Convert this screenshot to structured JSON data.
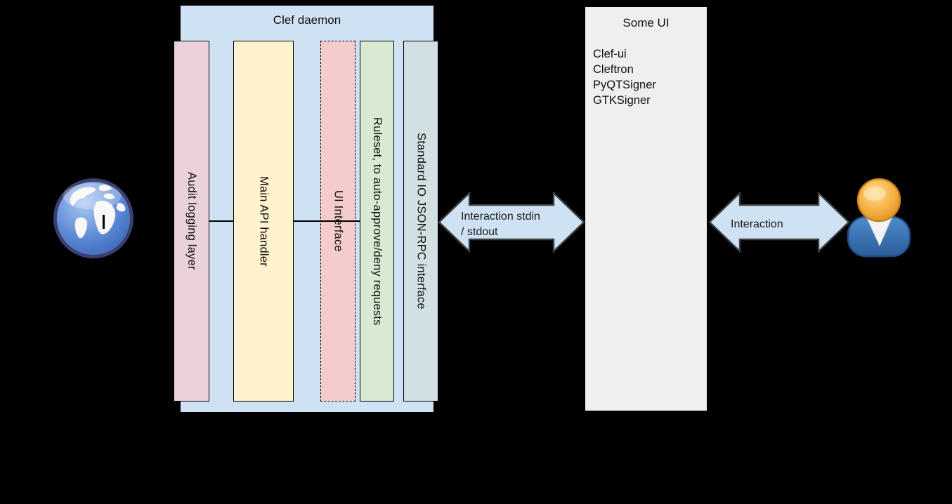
{
  "daemon": {
    "title": "Clef daemon",
    "bars": [
      {
        "name": "audit-logging-layer",
        "label": "Audit logging layer",
        "color": "#ead1dc"
      },
      {
        "name": "main-api-handler",
        "label": "Main API handler",
        "color": "#fff2cc"
      },
      {
        "name": "ui-interface",
        "label": "UI Interface",
        "color": "#f4cccc",
        "border": "dashed"
      },
      {
        "name": "ruleset",
        "label": "Ruleset, to auto-approve/deny requests",
        "color": "#d9ead3"
      },
      {
        "name": "stdio-json-rpc",
        "label": "Standard IO JSON-RPC interface",
        "color": "#d0e0e3"
      }
    ],
    "box_color": "#cfe2f3"
  },
  "some_ui": {
    "title": "Some UI",
    "items": [
      "Clef-ui",
      "Cleftron",
      "PyQTSigner",
      "GTKSigner"
    ],
    "box_color": "#efefef"
  },
  "arrow_left": {
    "line1": "Interaction stdin",
    "line2": "/ stdout",
    "fill": "#cfe2f3"
  },
  "arrow_right": {
    "label": "Interaction",
    "fill": "#cfe2f3"
  },
  "icons": {
    "globe": "globe-icon",
    "user": "user-icon"
  },
  "colors": {
    "background": "#000000",
    "outline": "#404040",
    "connector": "#000000"
  }
}
